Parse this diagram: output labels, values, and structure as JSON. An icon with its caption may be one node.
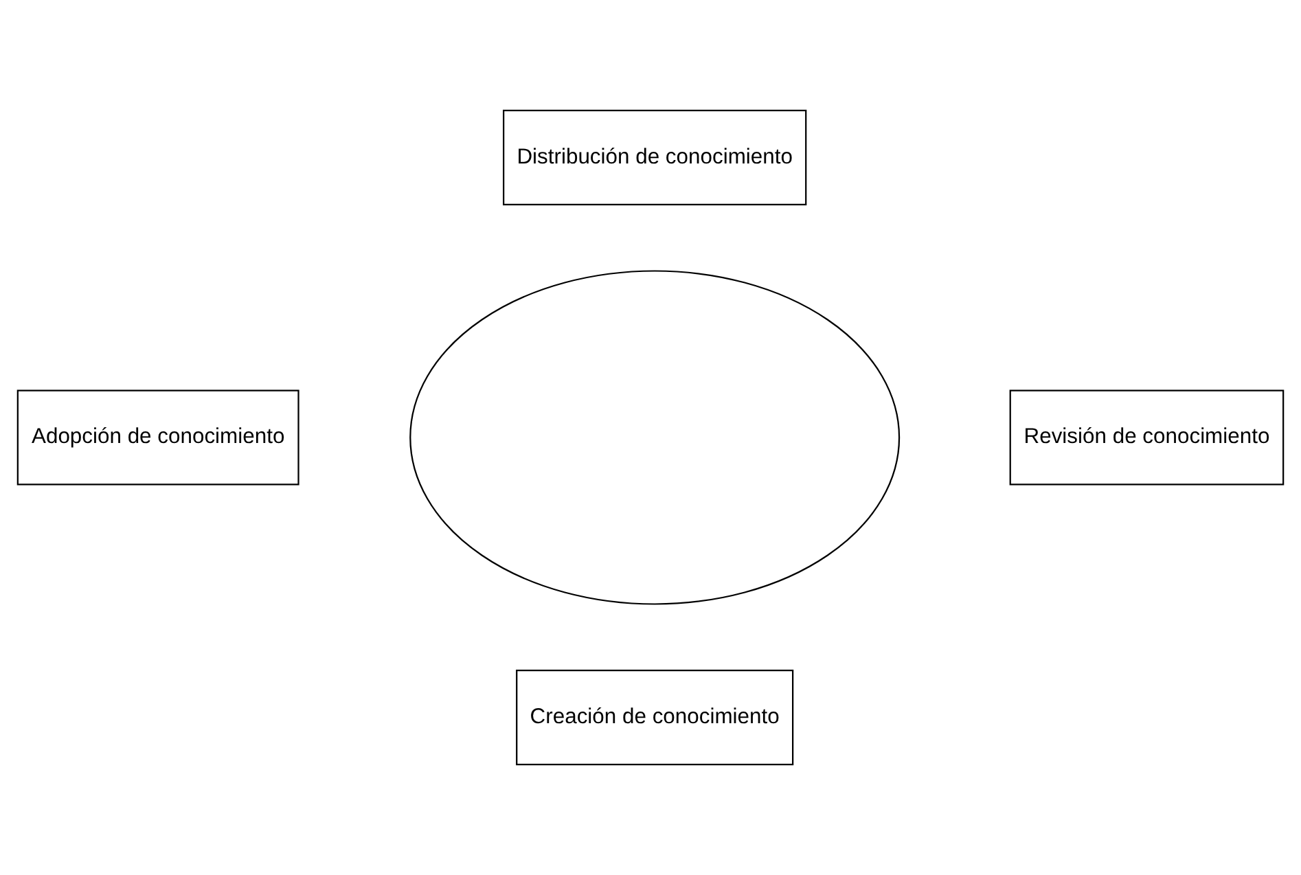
{
  "diagram": {
    "nodes": [
      {
        "text": [
          "Distribución de conocimiento"
        ]
      },
      {
        "text": [
          "Adopción de conocimiento"
        ]
      },
      {
        "text": [],
        "shape": "ellipse"
      },
      {
        "text": [
          "Revisión de conocimiento"
        ]
      },
      {
        "text": [
          "Creación de conocimiento"
        ]
      }
    ]
  }
}
